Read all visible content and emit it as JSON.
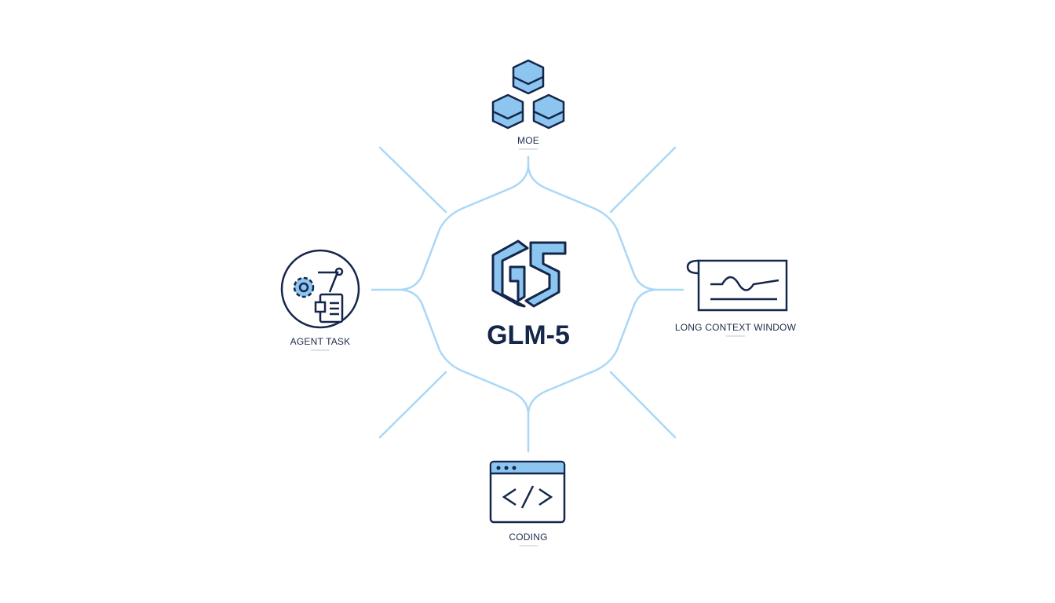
{
  "center": {
    "title": "GLM-5"
  },
  "nodes": [
    {
      "label": "MOE",
      "icon": "stacked-cubes-icon"
    },
    {
      "label": "AGENT TASK",
      "icon": "robot-arm-gear-clipboard-icon"
    },
    {
      "label": "LONG CONTEXT WINDOW",
      "icon": "scroll-wave-icon"
    },
    {
      "label": "CODING",
      "icon": "code-window-icon"
    }
  ],
  "colors": {
    "line": "#a9d8f6",
    "navy": "#14264a",
    "fill": "#8cc6f0"
  }
}
